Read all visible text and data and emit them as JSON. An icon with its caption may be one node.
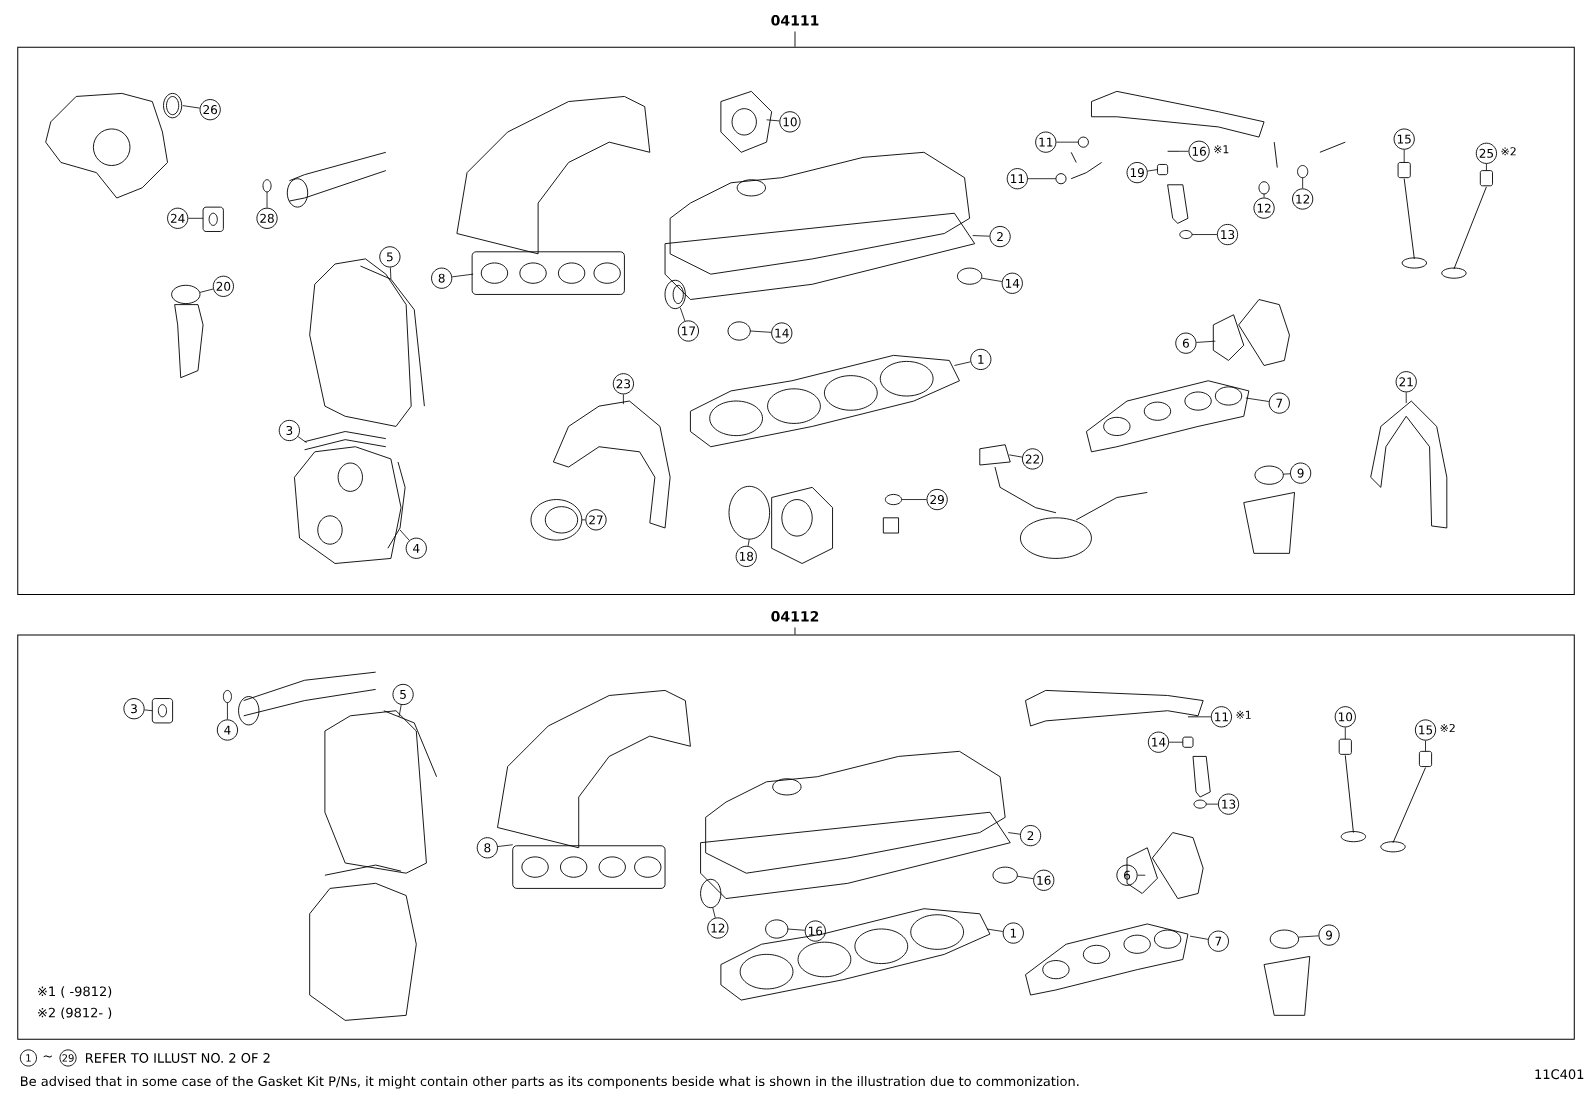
{
  "diagram": {
    "nodes": [
      {
        "text": [
          "04111"
        ]
      },
      {
        "text": [
          "04112"
        ]
      },
      {
        "text": [
          "26"
        ],
        "in": 0
      },
      {
        "text": [
          "10"
        ],
        "in": 0
      },
      {
        "text": [
          "24"
        ],
        "in": 0
      },
      {
        "text": [
          "28"
        ],
        "in": 0
      },
      {
        "text": [
          "11"
        ],
        "in": 0
      },
      {
        "text": [
          "16"
        ],
        "in": 0,
        "beside": [
          "※1"
        ]
      },
      {
        "text": [
          "15"
        ],
        "in": 0
      },
      {
        "text": [
          "25"
        ],
        "in": 0,
        "beside": [
          "※2"
        ]
      },
      {
        "text": [
          "19"
        ],
        "in": 0
      },
      {
        "text": [
          "11"
        ],
        "in": 0
      },
      {
        "text": [
          "12"
        ],
        "in": 0
      },
      {
        "text": [
          "12"
        ],
        "in": 0
      },
      {
        "text": [
          "13"
        ],
        "in": 0
      },
      {
        "text": [
          "2"
        ],
        "in": 0
      },
      {
        "text": [
          "5"
        ],
        "in": 0
      },
      {
        "text": [
          "8"
        ],
        "in": 0
      },
      {
        "text": [
          "14"
        ],
        "in": 0
      },
      {
        "text": [
          "20"
        ],
        "in": 0
      },
      {
        "text": [
          "17"
        ],
        "in": 0
      },
      {
        "text": [
          "14"
        ],
        "in": 0
      },
      {
        "text": [
          "6"
        ],
        "in": 0
      },
      {
        "text": [
          "1"
        ],
        "in": 0
      },
      {
        "text": [
          "23"
        ],
        "in": 0
      },
      {
        "text": [
          "21"
        ],
        "in": 0
      },
      {
        "text": [
          "7"
        ],
        "in": 0
      },
      {
        "text": [
          "3"
        ],
        "in": 0
      },
      {
        "text": [
          "22"
        ],
        "in": 0
      },
      {
        "text": [
          "9"
        ],
        "in": 0
      },
      {
        "text": [
          "29"
        ],
        "in": 0
      },
      {
        "text": [
          "27"
        ],
        "in": 0
      },
      {
        "text": [
          "4"
        ],
        "in": 0
      },
      {
        "text": [
          "18"
        ],
        "in": 0
      },
      {
        "text": [
          "3"
        ],
        "in": 1
      },
      {
        "text": [
          "5"
        ],
        "in": 1
      },
      {
        "text": [
          "10"
        ],
        "in": 1
      },
      {
        "text": [
          "11"
        ],
        "in": 1,
        "beside": [
          "※1"
        ]
      },
      {
        "text": [
          "15"
        ],
        "in": 1,
        "beside": [
          "※2"
        ]
      },
      {
        "text": [
          "4"
        ],
        "in": 1
      },
      {
        "text": [
          "14"
        ],
        "in": 1
      },
      {
        "text": [
          "13"
        ],
        "in": 1
      },
      {
        "text": [
          "2"
        ],
        "in": 1
      },
      {
        "text": [
          "8"
        ],
        "in": 1
      },
      {
        "text": [
          "6"
        ],
        "in": 1
      },
      {
        "text": [
          "16"
        ],
        "in": 1
      },
      {
        "text": [
          "12"
        ],
        "in": 1
      },
      {
        "text": [
          "16"
        ],
        "in": 1
      },
      {
        "text": [
          "1"
        ],
        "in": 1
      },
      {
        "text": [
          "9"
        ],
        "in": 1
      },
      {
        "text": [
          "7"
        ],
        "in": 1
      },
      {
        "text": [],
        "shape": "picture",
        "in": 0
      },
      {
        "text": [],
        "shape": "picture",
        "in": 0
      },
      {
        "text": [],
        "shape": "picture",
        "in": 0
      },
      {
        "text": [],
        "shape": "circle",
        "in": 0
      },
      {
        "text": [],
        "shape": "circle",
        "in": 0
      },
      {
        "text": [],
        "shape": "picture",
        "in": 0
      },
      {
        "text": [],
        "shape": "box",
        "in": 0
      },
      {
        "text": [],
        "shape": "box",
        "in": 0
      },
      {
        "text": [],
        "shape": "box",
        "in": 0
      },
      {
        "text": [],
        "shape": "circle",
        "in": 0
      },
      {
        "text": [],
        "shape": "circle",
        "in": 0
      },
      {
        "text": [],
        "shape": "circle",
        "in": 0
      },
      {
        "text": [],
        "shape": "circle",
        "in": 0
      },
      {
        "text": [],
        "shape": "picture",
        "in": 0
      },
      {
        "text": [],
        "shape": "picture",
        "in": 0
      },
      {
        "text": [],
        "shape": "picture",
        "in": 0
      },
      {
        "text": [],
        "shape": "circle",
        "in": 0
      },
      {
        "text": [],
        "shape": "circle",
        "in": 0
      },
      {
        "text": [],
        "shape": "picture",
        "in": 0
      },
      {
        "text": [],
        "shape": "circle",
        "in": 0
      },
      {
        "text": [],
        "shape": "picture",
        "in": 0
      },
      {
        "text": [],
        "shape": "picture",
        "in": 0
      },
      {
        "text": [],
        "shape": "picture",
        "in": 0
      },
      {
        "text": [],
        "shape": "picture",
        "in": 0
      },
      {
        "text": [],
        "shape": "picture",
        "in": 0
      },
      {
        "text": [],
        "shape": "picture",
        "in": 0
      },
      {
        "text": [],
        "shape": "picture",
        "in": 0
      },
      {
        "text": [],
        "shape": "circle",
        "in": 0
      },
      {
        "text": [],
        "shape": "circle",
        "in": 0
      },
      {
        "text": [],
        "shape": "picture",
        "in": 0
      },
      {
        "text": [],
        "shape": "picture",
        "in": 0
      },
      {
        "text": [],
        "shape": "circle",
        "in": 0
      },
      {
        "text": [],
        "shape": "picture",
        "in": 1
      },
      {
        "text": [],
        "shape": "picture",
        "in": 1
      },
      {
        "text": [],
        "shape": "box",
        "in": 1
      },
      {
        "text": [],
        "shape": "picture",
        "in": 1
      },
      {
        "text": [],
        "shape": "box",
        "in": 1
      },
      {
        "text": [],
        "shape": "circle",
        "in": 1
      },
      {
        "text": [],
        "shape": "box",
        "in": 1
      },
      {
        "text": [],
        "shape": "circle",
        "in": 1
      },
      {
        "text": [],
        "shape": "picture",
        "in": 1
      },
      {
        "text": [],
        "shape": "picture",
        "in": 1
      },
      {
        "text": [],
        "shape": "picture",
        "in": 1
      },
      {
        "text": [],
        "shape": "circle",
        "in": 1
      },
      {
        "text": [],
        "shape": "circle",
        "in": 1
      },
      {
        "text": [],
        "shape": "circle",
        "in": 1
      },
      {
        "text": [],
        "shape": "picture",
        "in": 1
      },
      {
        "text": [],
        "shape": "circle",
        "in": 1
      },
      {
        "text": [],
        "shape": "picture",
        "in": 1
      }
    ],
    "edges": [
      {
        "from": 2,
        "to": 51,
        "arrow": "none"
      },
      {
        "from": 3,
        "to": 52,
        "arrow": "none"
      },
      {
        "from": 4,
        "to": 53,
        "arrow": "none"
      },
      {
        "from": 5,
        "to": 54,
        "arrow": "none"
      },
      {
        "from": 6,
        "to": 55,
        "arrow": "none"
      },
      {
        "from": 7,
        "to": 56,
        "arrow": "none"
      },
      {
        "from": 8,
        "to": 57,
        "arrow": "none"
      },
      {
        "from": 9,
        "to": 58,
        "arrow": "none"
      },
      {
        "from": 10,
        "to": 59,
        "arrow": "none"
      },
      {
        "from": 11,
        "to": 60,
        "arrow": "none"
      },
      {
        "from": 12,
        "to": 61,
        "arrow": "none"
      },
      {
        "from": 13,
        "to": 62,
        "arrow": "none"
      },
      {
        "from": 14,
        "to": 63,
        "arrow": "none"
      },
      {
        "from": 15,
        "to": 64,
        "arrow": "none"
      },
      {
        "from": 16,
        "to": 65,
        "arrow": "none"
      },
      {
        "from": 17,
        "to": 66,
        "arrow": "none"
      },
      {
        "from": 18,
        "to": 67,
        "arrow": "none"
      },
      {
        "from": 19,
        "to": 68,
        "arrow": "none"
      },
      {
        "from": 20,
        "to": 69,
        "arrow": "none"
      },
      {
        "from": 21,
        "to": 70,
        "arrow": "none"
      },
      {
        "from": 22,
        "to": 71,
        "arrow": "none"
      },
      {
        "from": 23,
        "to": 72,
        "arrow": "none"
      },
      {
        "from": 24,
        "to": 73,
        "arrow": "none"
      },
      {
        "from": 25,
        "to": 74,
        "arrow": "none"
      },
      {
        "from": 26,
        "to": 75,
        "arrow": "none"
      },
      {
        "from": 27,
        "to": 76,
        "arrow": "none"
      },
      {
        "from": 28,
        "to": 77,
        "arrow": "none"
      },
      {
        "from": 29,
        "to": 78,
        "arrow": "none"
      },
      {
        "from": 30,
        "to": 79,
        "arrow": "none"
      },
      {
        "from": 31,
        "to": 80,
        "arrow": "none"
      },
      {
        "from": 32,
        "to": 81,
        "arrow": "none"
      },
      {
        "from": 33,
        "to": 82,
        "arrow": "none"
      },
      {
        "from": 34,
        "to": 83,
        "arrow": "none"
      },
      {
        "from": 35,
        "to": 84,
        "arrow": "none"
      },
      {
        "from": 36,
        "to": 85,
        "arrow": "none"
      },
      {
        "from": 37,
        "to": 86,
        "arrow": "none"
      },
      {
        "from": 38,
        "to": 87,
        "arrow": "none"
      },
      {
        "from": 39,
        "to": 88,
        "arrow": "none"
      },
      {
        "from": 40,
        "to": 89,
        "arrow": "none"
      },
      {
        "from": 41,
        "to": 90,
        "arrow": "none"
      },
      {
        "from": 42,
        "to": 91,
        "arrow": "none"
      },
      {
        "from": 43,
        "to": 92,
        "arrow": "none"
      },
      {
        "from": 44,
        "to": 93,
        "arrow": "none"
      },
      {
        "from": 45,
        "to": 94,
        "arrow": "none"
      },
      {
        "from": 46,
        "to": 95,
        "arrow": "none"
      },
      {
        "from": 47,
        "to": 96,
        "arrow": "none"
      },
      {
        "from": 48,
        "to": 97,
        "arrow": "none"
      },
      {
        "from": 49,
        "to": 98,
        "arrow": "none"
      },
      {
        "from": 50,
        "to": 99,
        "arrow": "none"
      }
    ],
    "labels": [
      "※1 ( -9812)",
      "※2 (9812- )",
      "1",
      "~",
      "29",
      "REFER TO ILLUST NO. 2 OF 2",
      "Be advised that in some case of the Gasket Kit P/Ns,  it might contain other parts as its components beside what is shown in the illustration due to commonization.",
      "11C401"
    ]
  }
}
